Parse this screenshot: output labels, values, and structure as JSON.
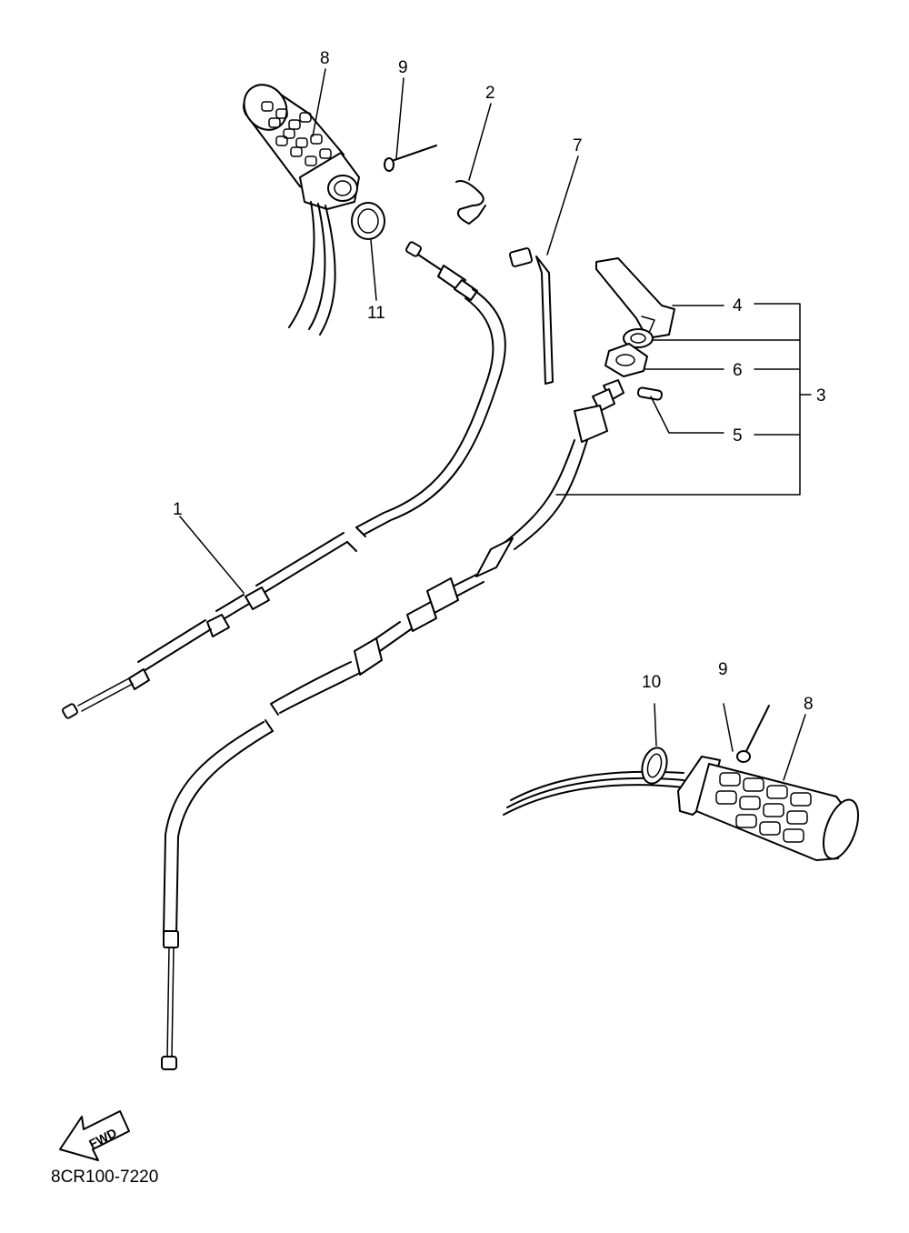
{
  "diagram": {
    "part_code": "8CR100-7220",
    "direction_label": "FWD",
    "callouts": {
      "c1": "1",
      "c2": "2",
      "c3": "3",
      "c4": "4",
      "c5": "5",
      "c6": "6",
      "c7": "7",
      "c8_top": "8",
      "c8_bottom": "8",
      "c9_top": "9",
      "c9_bottom": "9",
      "c10": "10",
      "c11": "11"
    }
  }
}
